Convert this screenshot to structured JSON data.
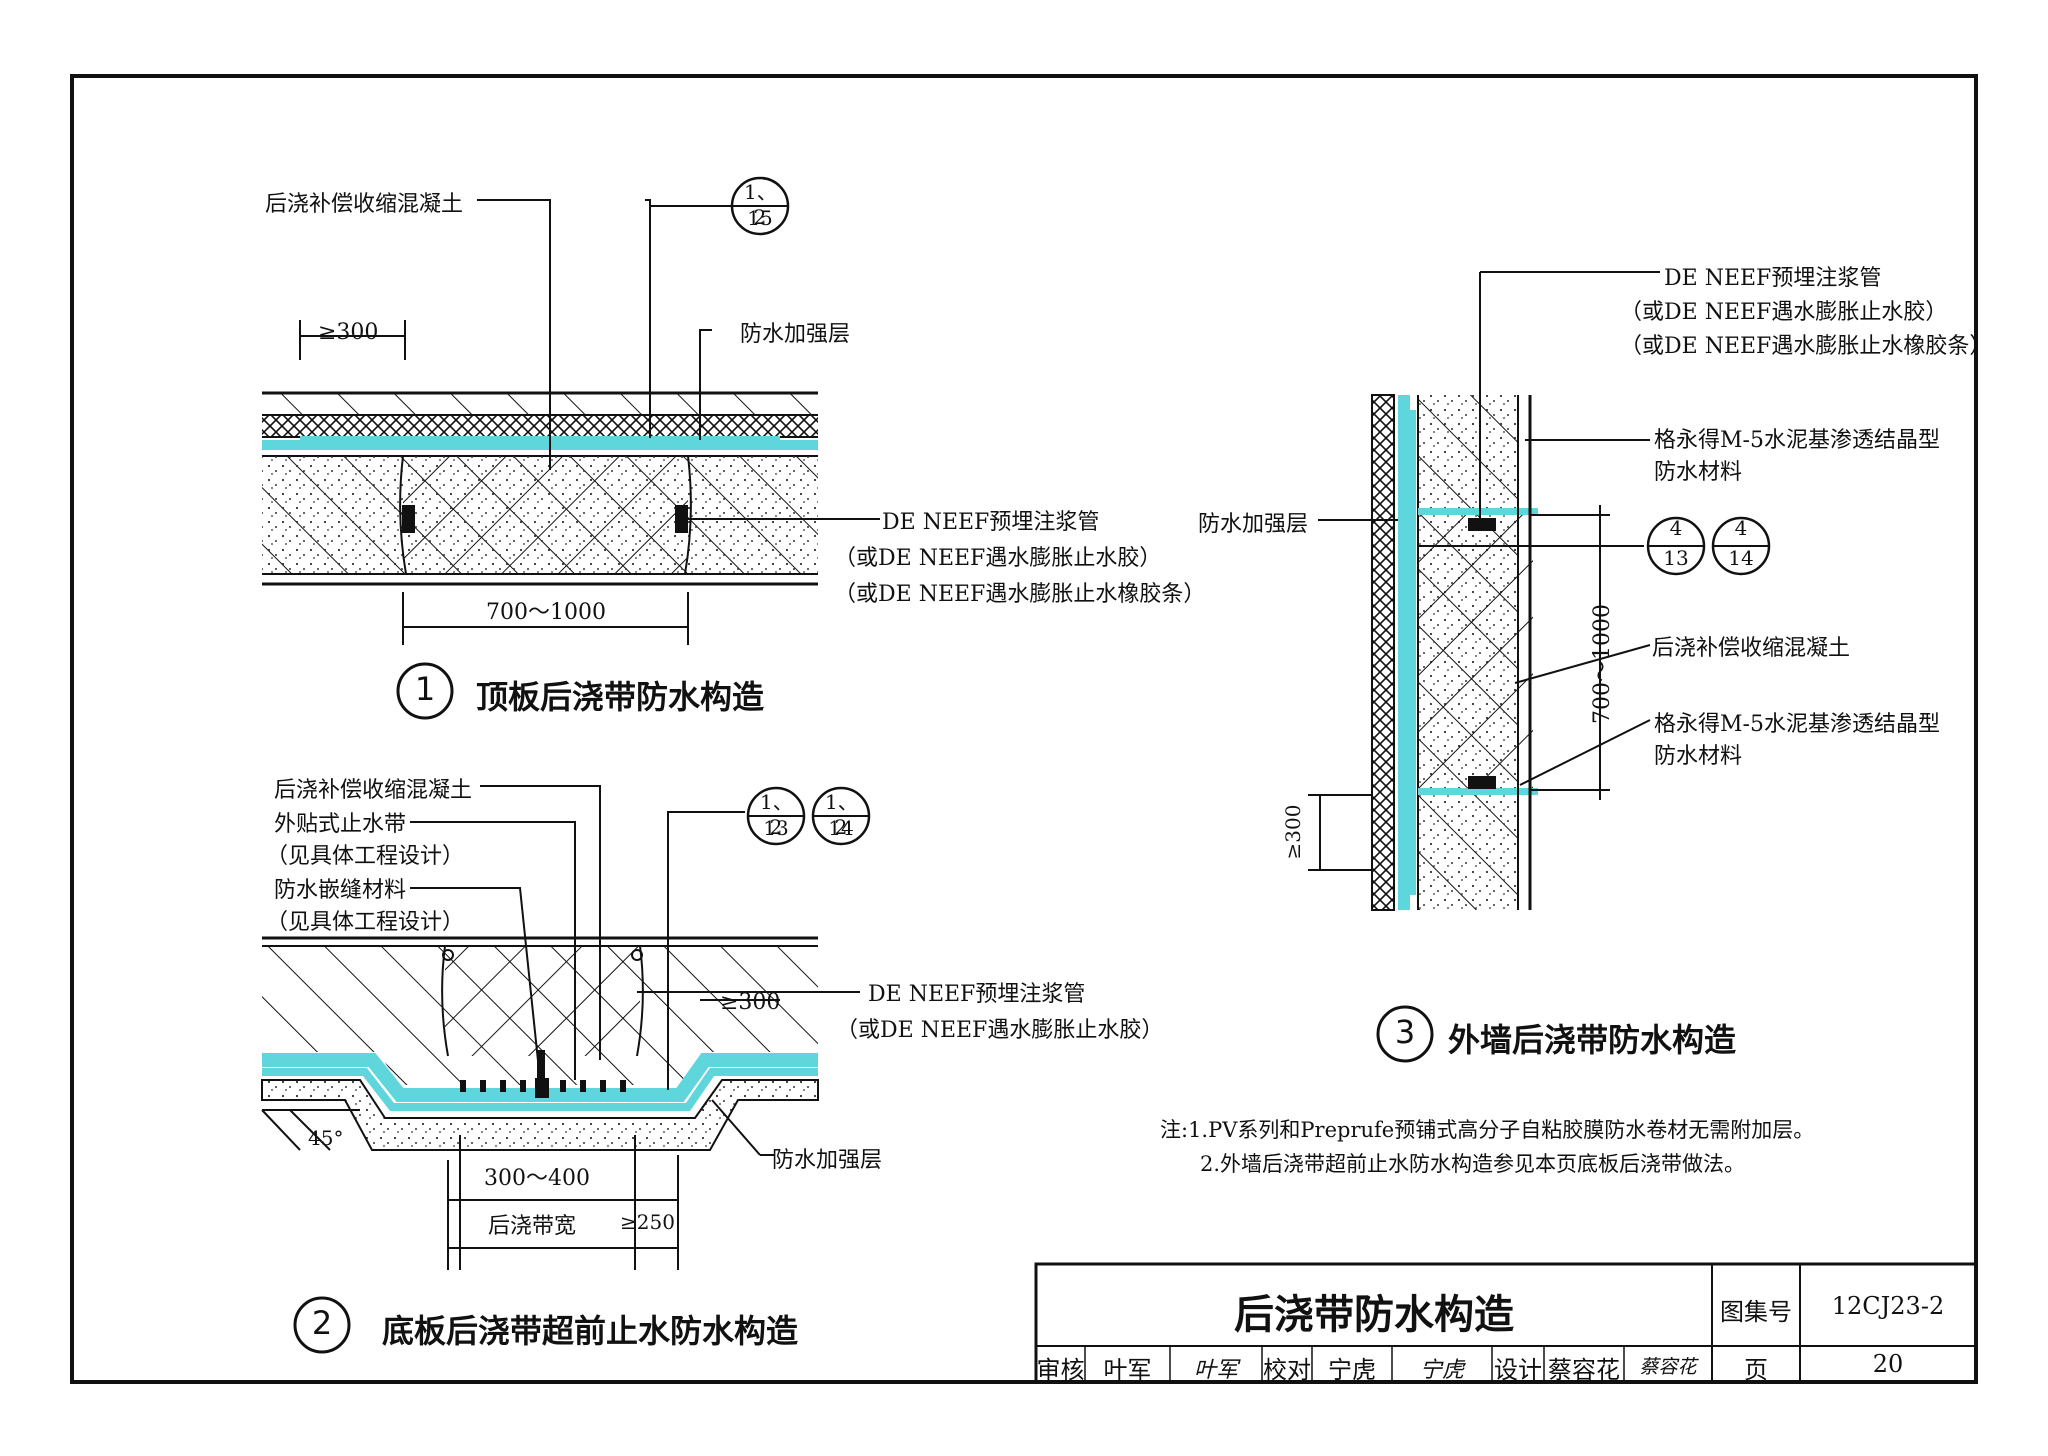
{
  "colors": {
    "waterproof": "#5fd6dc",
    "line": "#111111"
  },
  "detail1": {
    "num": "1",
    "caption": "顶板后浇带防水构造",
    "label_concrete": "后浇补偿收缩混凝土",
    "ref_top": "1、2",
    "ref_bottom": "15",
    "dim_min": "≥300",
    "label_reinforce": "防水加强层",
    "grout_1": "DE NEEF预埋注浆管",
    "grout_2": "（或DE NEEF遇水膨胀止水胶）",
    "grout_3": "（或DE NEEF遇水膨胀止水橡胶条）",
    "dim_width": "700～1000"
  },
  "detail2": {
    "num": "2",
    "caption": "底板后浇带超前止水防水构造",
    "label_concrete": "后浇补偿收缩混凝土",
    "label_stop": "外贴式止水带",
    "label_stop_note": "（见具体工程设计）",
    "label_seal": "防水嵌缝材料",
    "label_seal_note": "（见具体工程设计）",
    "ref_a_top": "1、2",
    "ref_a_bottom": "13",
    "ref_b_top": "1、2",
    "ref_b_bottom": "14",
    "grout_1": "DE NEEF预埋注浆管",
    "grout_2": "（或DE NEEF遇水膨胀止水胶）",
    "dim_min": "≥300",
    "angle": "45°",
    "label_reinforce": "防水加强层",
    "dim_inner": "300～400",
    "dim_width": "后浇带宽",
    "dim_edge": "≥250"
  },
  "detail3": {
    "num": "3",
    "caption": "外墙后浇带防水构造",
    "grout_1": "DE NEEF预埋注浆管",
    "grout_2": "（或DE NEEF遇水膨胀止水胶）",
    "grout_3": "（或DE NEEF遇水膨胀止水橡胶条）",
    "label_crystal_1": "格永得M-5水泥基渗透结晶型",
    "label_crystal_2": "防水材料",
    "label_reinforce": "防水加强层",
    "ref_a_top": "4",
    "ref_a_bottom": "13",
    "ref_b_top": "4",
    "ref_b_bottom": "14",
    "label_concrete": "后浇补偿收缩混凝土",
    "label_crystal_b1": "格永得M-5水泥基渗透结晶型",
    "label_crystal_b2": "防水材料",
    "dim_height": "700～1000",
    "dim_min": "≥300"
  },
  "notes": {
    "line1": "注:1.PV系列和Preprufe预铺式高分子自粘胶膜防水卷材无需附加层。",
    "line2": "2.外墙后浇带超前止水防水构造参见本页底板后浇带做法。"
  },
  "titleblock": {
    "title": "后浇带防水构造",
    "atlas_label": "图集号",
    "atlas_no": "12CJ23-2",
    "review_label": "审核",
    "review_name": "叶军",
    "review_sig": "叶军",
    "check_label": "校对",
    "check_name": "宁虎",
    "check_sig": "宁虎",
    "design_label": "设计",
    "design_name": "蔡容花",
    "design_sig": "蔡容花",
    "page_label": "页",
    "page_no": "20"
  }
}
